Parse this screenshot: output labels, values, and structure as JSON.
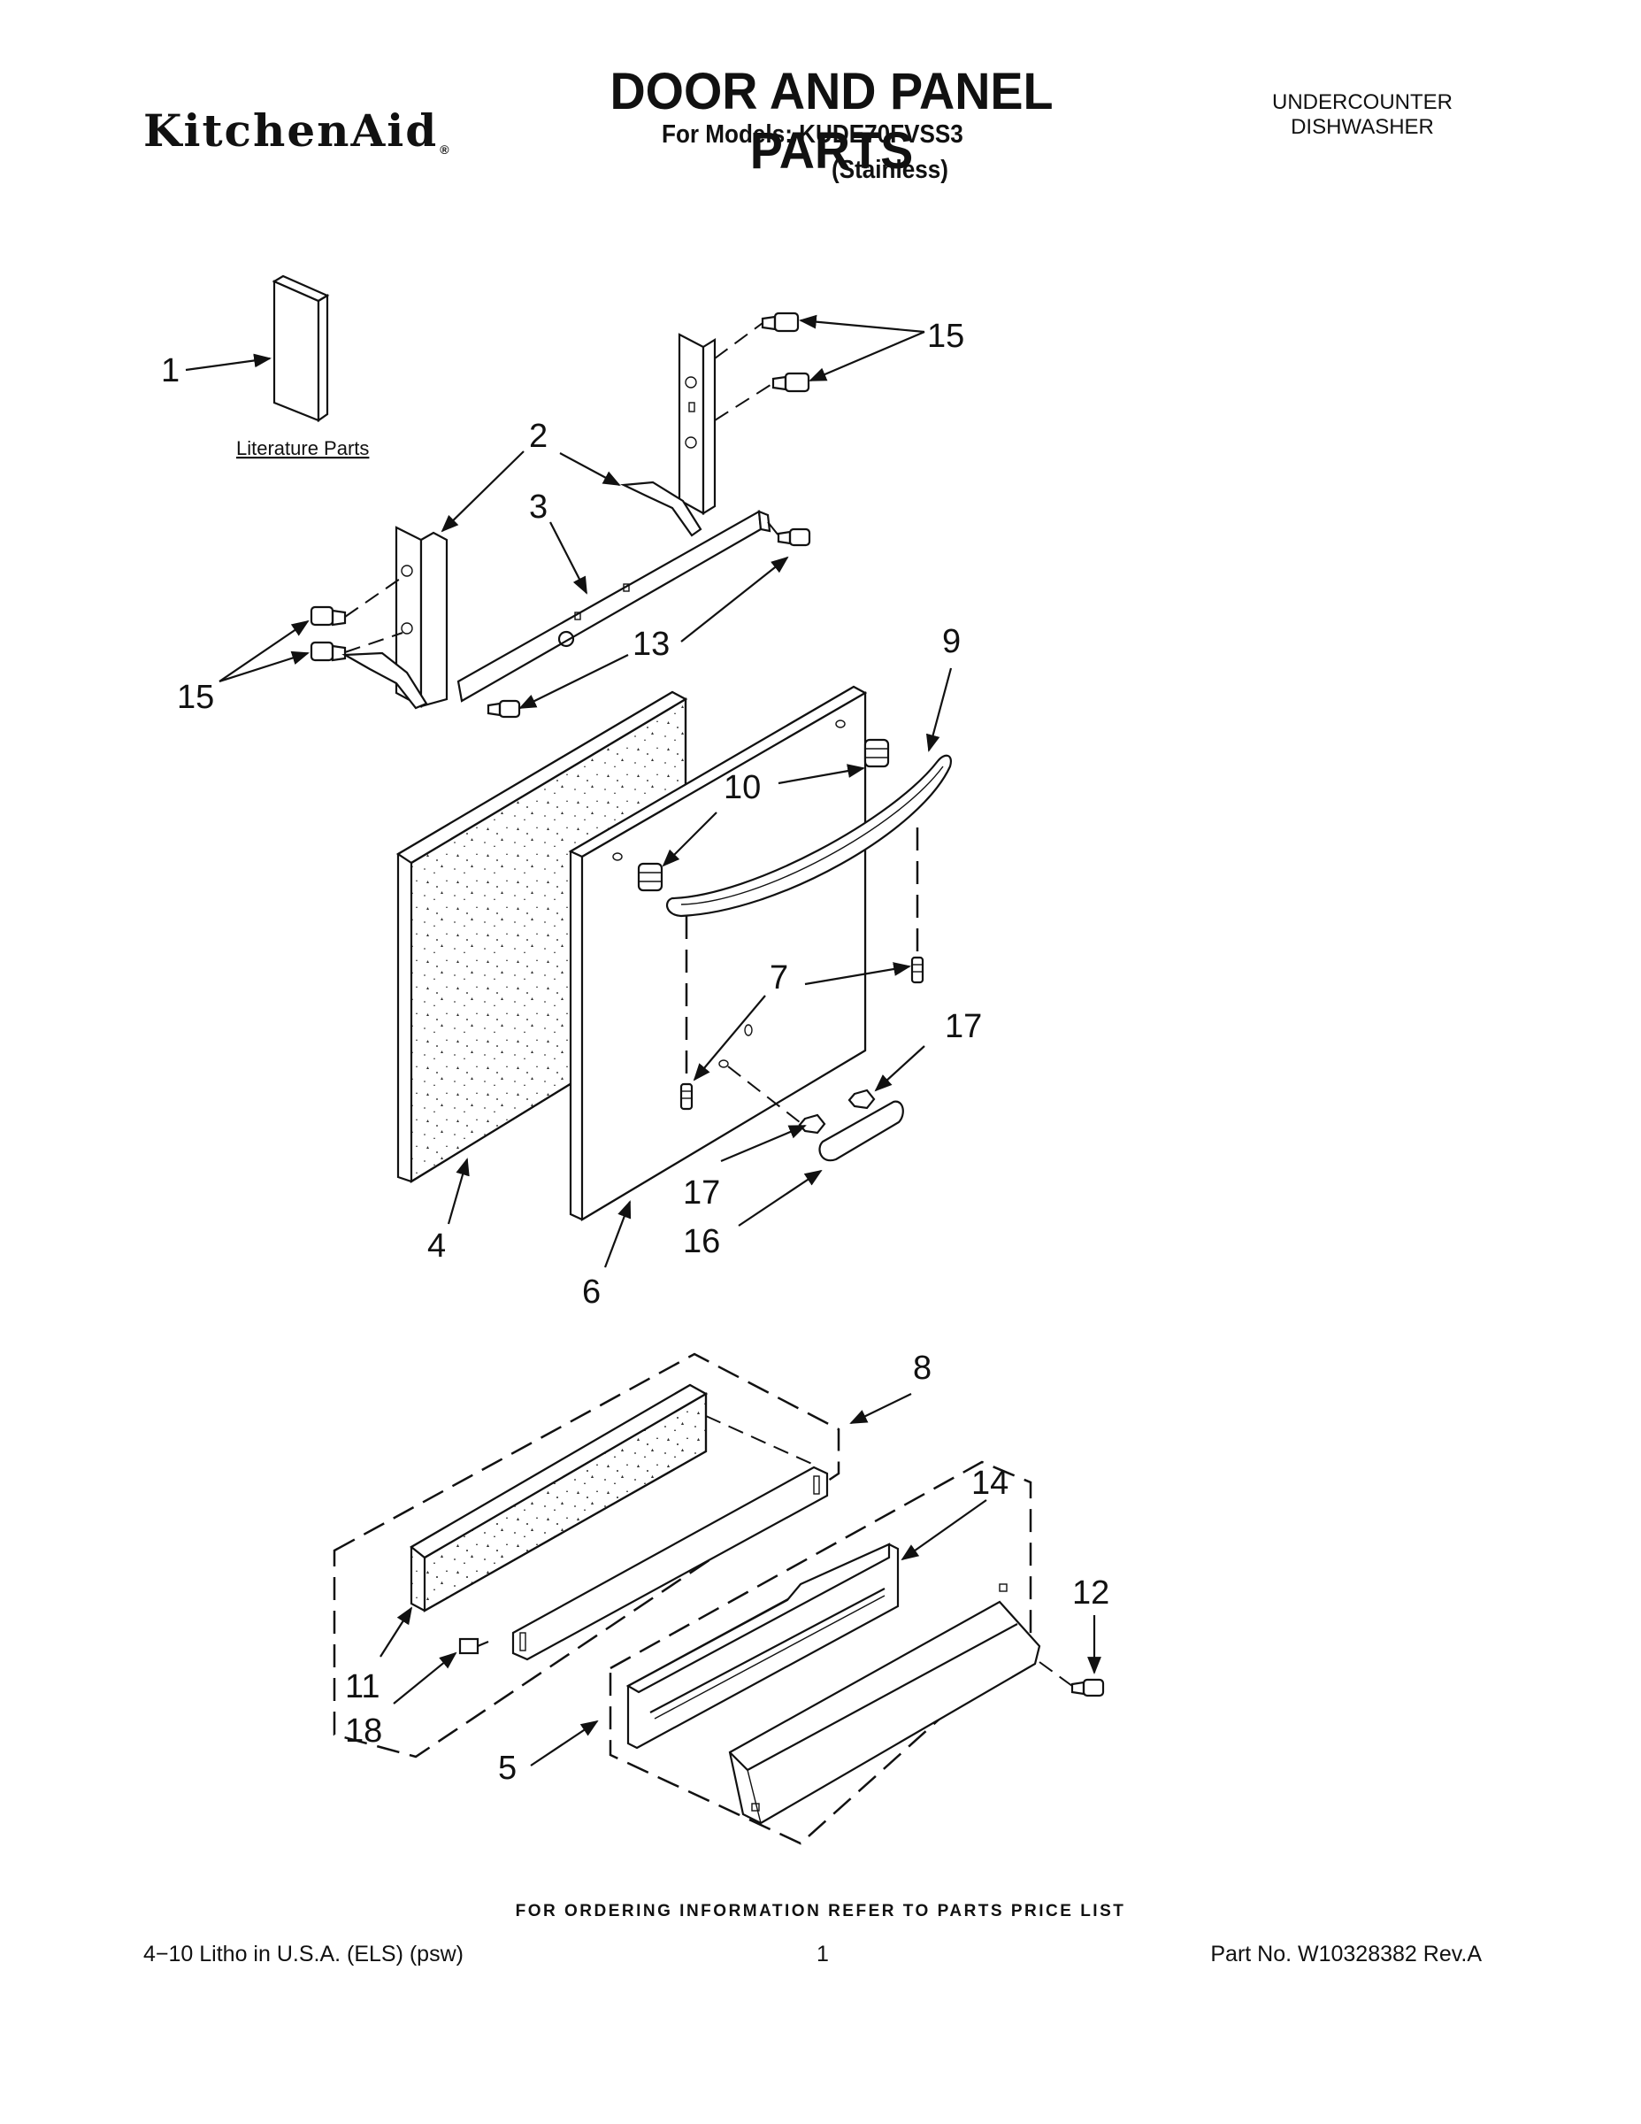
{
  "header": {
    "brand": "KitchenAid",
    "brand_mark": "®",
    "title": "DOOR AND PANEL PARTS",
    "models_line": "For Models: KUDE70FVSS3",
    "finish_line": "(Stainless)",
    "category_line1": "UNDERCOUNTER",
    "category_line2": "DISHWASHER"
  },
  "diagram": {
    "literature_label": "Literature Parts",
    "callouts": {
      "c1": "1",
      "c2": "2",
      "c3": "3",
      "c4": "4",
      "c5": "5",
      "c6": "6",
      "c7": "7",
      "c8": "8",
      "c9": "9",
      "c10": "10",
      "c11": "11",
      "c12": "12",
      "c13": "13",
      "c14": "14",
      "c15a": "15",
      "c15b": "15",
      "c16": "16",
      "c17a": "17",
      "c17b": "17",
      "c18": "18"
    }
  },
  "footer": {
    "ordering_note": "FOR ORDERING INFORMATION REFER TO PARTS PRICE LIST",
    "litho": "4−10 Litho in U.S.A. (ELS) (psw)",
    "page_number": "1",
    "part_number": "Part No. W10328382 Rev.A"
  }
}
